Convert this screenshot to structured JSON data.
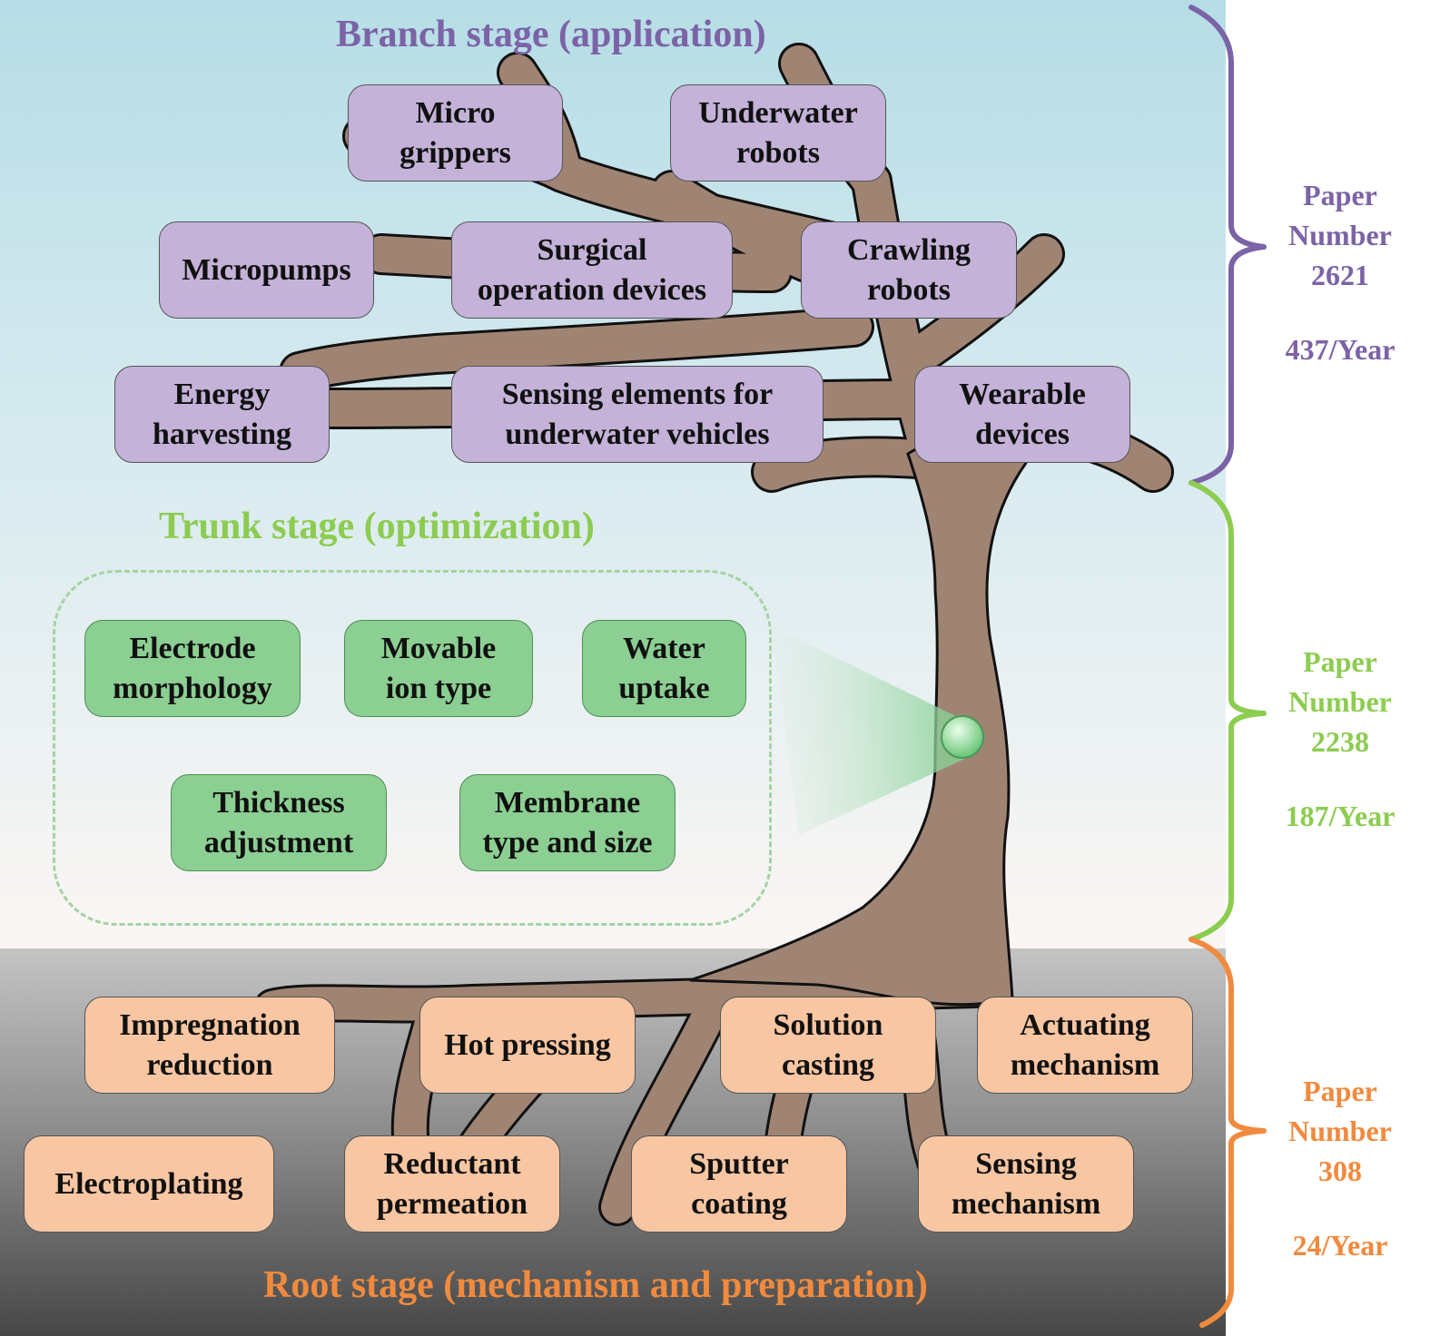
{
  "branch": {
    "title": "Branch stage (application)",
    "items": [
      "Micro\ngrippers",
      "Underwater\nrobots",
      "Micropumps",
      "Surgical\noperation devices",
      "Crawling\nrobots",
      "Energy\nharvesting",
      "Sensing elements for\nunderwater vehicles",
      "Wearable\ndevices"
    ],
    "paper_number": "Paper\nNumber\n2621",
    "per_year": "437/Year"
  },
  "trunk": {
    "title": "Trunk stage (optimization)",
    "items": [
      "Electrode\nmorphology",
      "Movable\nion type",
      "Water\nuptake",
      "Thickness\nadjustment",
      "Membrane\ntype and size"
    ],
    "paper_number": "Paper\nNumber\n2238",
    "per_year": "187/Year"
  },
  "root": {
    "title": "Root stage (mechanism and preparation)",
    "items": [
      "Impregnation\nreduction",
      "Hot pressing",
      "Solution\ncasting",
      "Actuating\nmechanism",
      "Electroplating",
      "Reductant\npermeation",
      "Sputter\ncoating",
      "Sensing\nmechanism"
    ],
    "paper_number": "Paper\nNumber\n308",
    "per_year": "24/Year"
  },
  "colors": {
    "branch": "#7b63a6",
    "trunk": "#8ccc50",
    "root": "#f08a3e",
    "tree": "#a08473"
  }
}
